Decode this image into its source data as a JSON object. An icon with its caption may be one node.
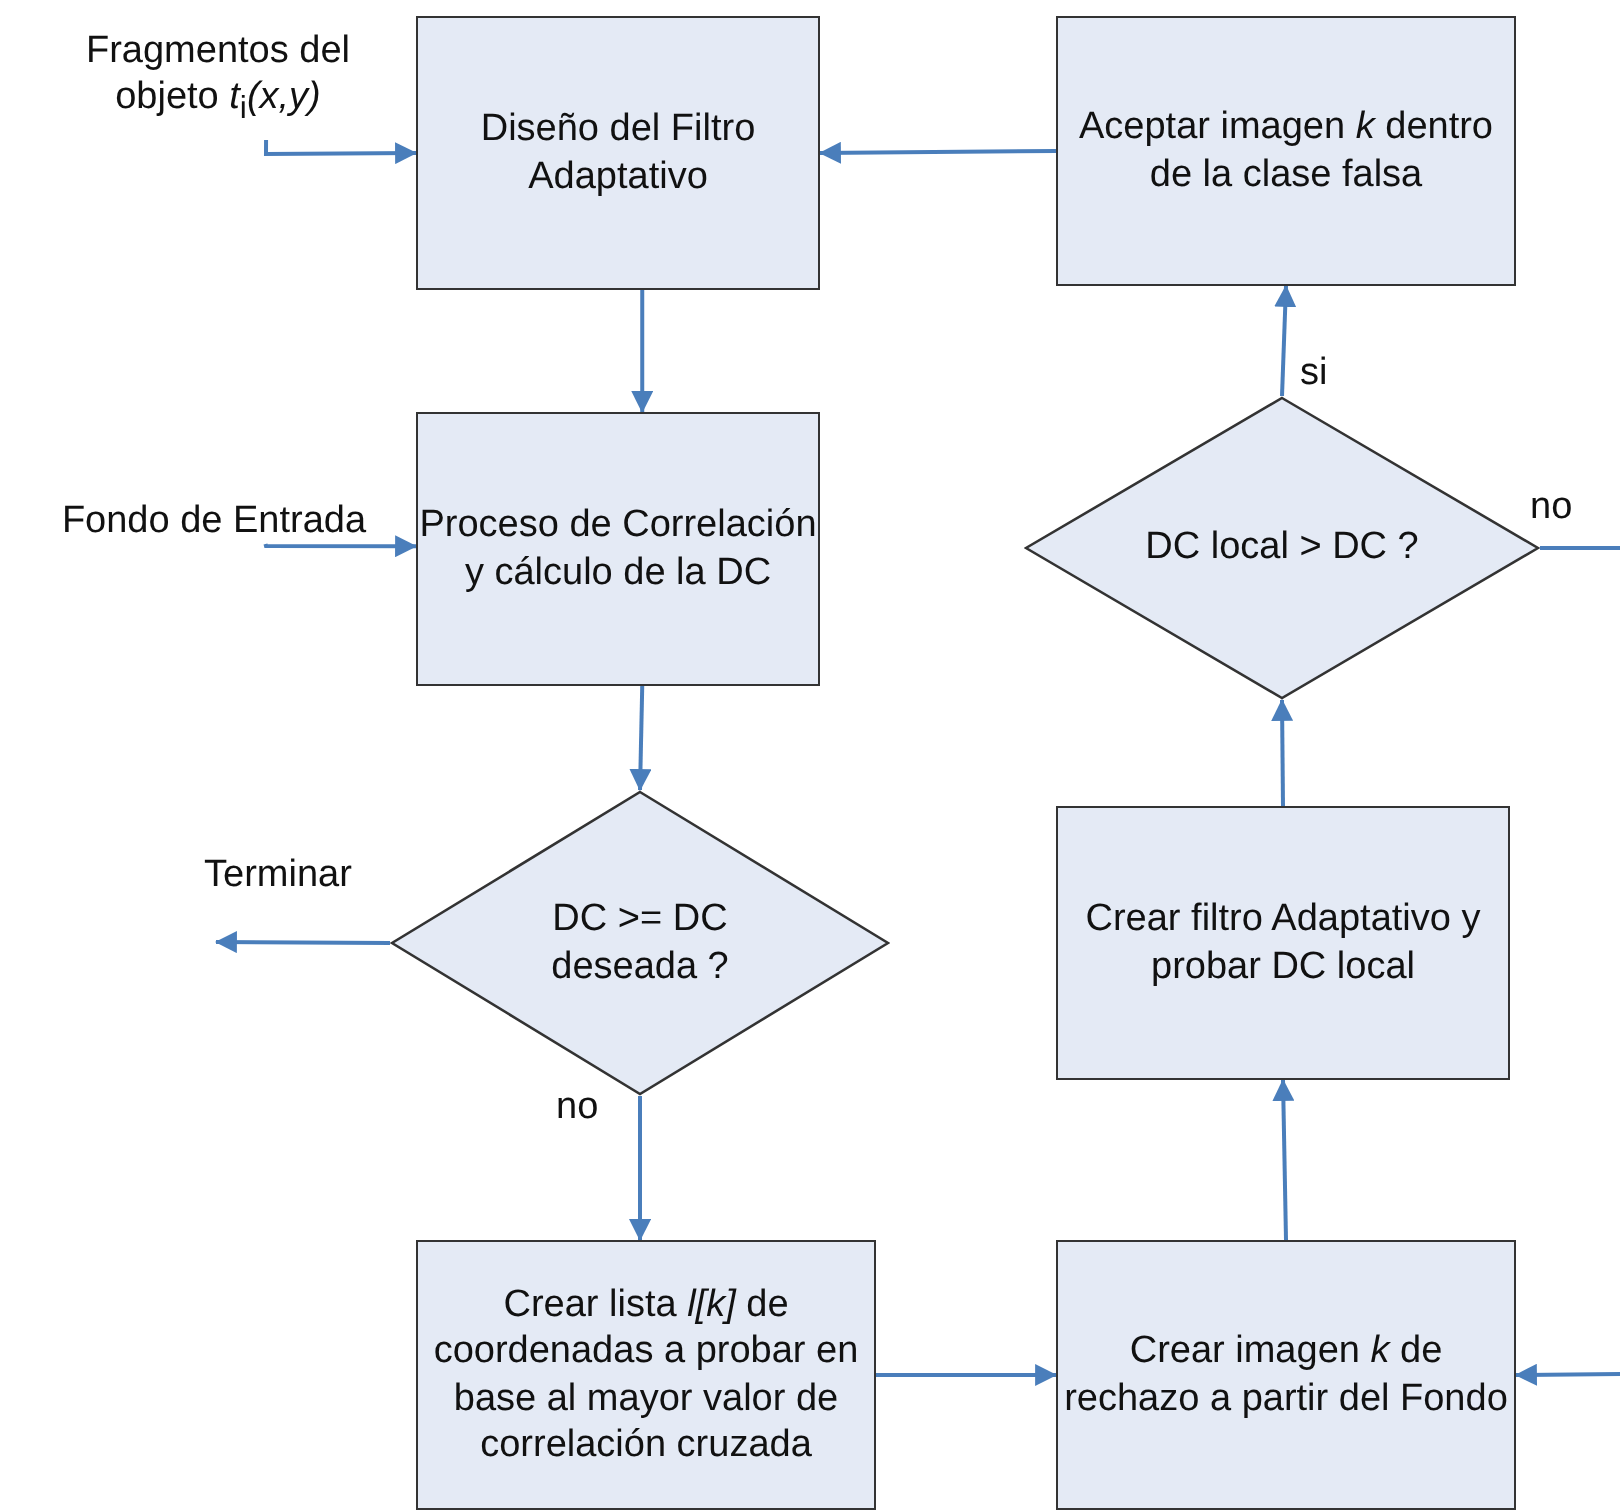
{
  "diagram": {
    "nodes": [
      {
        "text": [
          "Fragmentos del objeto *t*$_{i}$*(x,y)*"
        ]
      },
      {
        "text": [
          "Diseño del Filtro Adaptativo"
        ]
      },
      {
        "text": [
          "Fondo de Entrada"
        ]
      },
      {
        "text": [
          "Proceso de Correlación y cálculo de la DC"
        ]
      },
      {
        "text": [
          "DC >=  DC deseada ?"
        ]
      },
      {
        "text": [
          "Crear lista *l[k]* de coordenadas a probar en base al mayor valor de correlación cruzada"
        ]
      },
      {
        "text": [
          "Crear imagen *k* de rechazo a partir del Fondo"
        ]
      },
      {
        "text": [
          "Crear filtro Adaptativo y probar DC local"
        ]
      },
      {
        "text": [
          "DC local >  DC  ?"
        ]
      },
      {
        "text": [
          "Aceptar imagen *k* dentro de la clase falsa"
        ]
      }
    ],
    "edges": [
      {
        "from": 0,
        "to": 1,
        "arrow": "to"
      },
      {
        "from": 1,
        "to": 3,
        "arrow": "to"
      },
      {
        "from": 2,
        "to": 3,
        "arrow": "to"
      },
      {
        "from": 3,
        "to": 4,
        "arrow": "to"
      },
      {
        "from": 4,
        "to": null,
        "arrow": "to",
        "label": "Terminar"
      },
      {
        "from": 4,
        "to": 5,
        "arrow": "to",
        "label": "no"
      },
      {
        "from": 5,
        "to": 6,
        "arrow": "to"
      },
      {
        "from": null,
        "to": 6,
        "arrow": "to"
      },
      {
        "from": 6,
        "to": 7,
        "arrow": "to"
      },
      {
        "from": 7,
        "to": 8,
        "arrow": "to"
      },
      {
        "from": 8,
        "to": 9,
        "arrow": "to",
        "label": "si"
      },
      {
        "from": 8,
        "to": null,
        "arrow": "none",
        "label": "no"
      },
      {
        "from": 9,
        "to": 1,
        "arrow": "to"
      }
    ]
  }
}
